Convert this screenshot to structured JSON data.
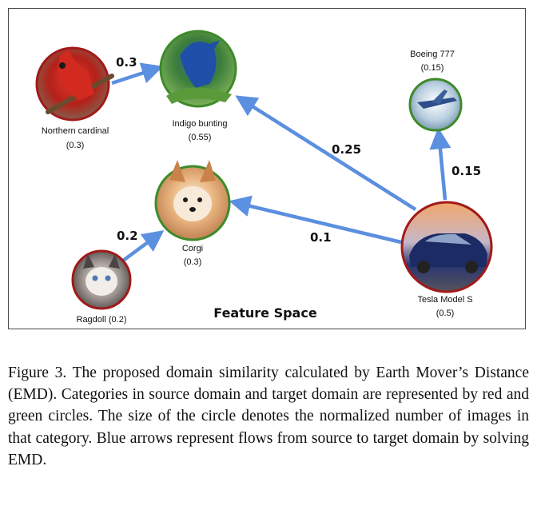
{
  "diagram": {
    "title": "Feature Space",
    "nodes": [
      {
        "id": "cardinal",
        "label": "Northern cardinal",
        "value": "(0.3)",
        "domain": "source"
      },
      {
        "id": "bunting",
        "label": "Indigo bunting",
        "value": "(0.55)",
        "domain": "target"
      },
      {
        "id": "boeing",
        "label": "Boeing 777",
        "value": "(0.15)",
        "domain": "target"
      },
      {
        "id": "corgi",
        "label": "Corgi",
        "value": "(0.3)",
        "domain": "target"
      },
      {
        "id": "ragdoll",
        "label": "Ragdoll (0.2)",
        "value": "",
        "domain": "source"
      },
      {
        "id": "tesla",
        "label": "Tesla Model S",
        "value": "(0.5)",
        "domain": "source"
      }
    ],
    "flows": [
      {
        "from": "cardinal",
        "to": "bunting",
        "label": "0.3"
      },
      {
        "from": "tesla",
        "to": "bunting",
        "label": "0.25"
      },
      {
        "from": "tesla",
        "to": "boeing",
        "label": "0.15"
      },
      {
        "from": "tesla",
        "to": "corgi",
        "label": "0.1"
      },
      {
        "from": "ragdoll",
        "to": "corgi",
        "label": "0.2"
      }
    ],
    "colors": {
      "source_ring": "#a11a1a",
      "target_ring": "#3e8a2a",
      "arrow": "#5b8fe0",
      "frame": "#4a4a4a"
    }
  },
  "caption": {
    "text": "Figure 3. The proposed domain similarity calculated by Earth Mover’s Distance (EMD). Categories in source domain and target domain are represented by red and green circles. The size of the circle denotes the normalized number of images in that category. Blue arrows represent flows from source to target domain by solving EMD."
  }
}
